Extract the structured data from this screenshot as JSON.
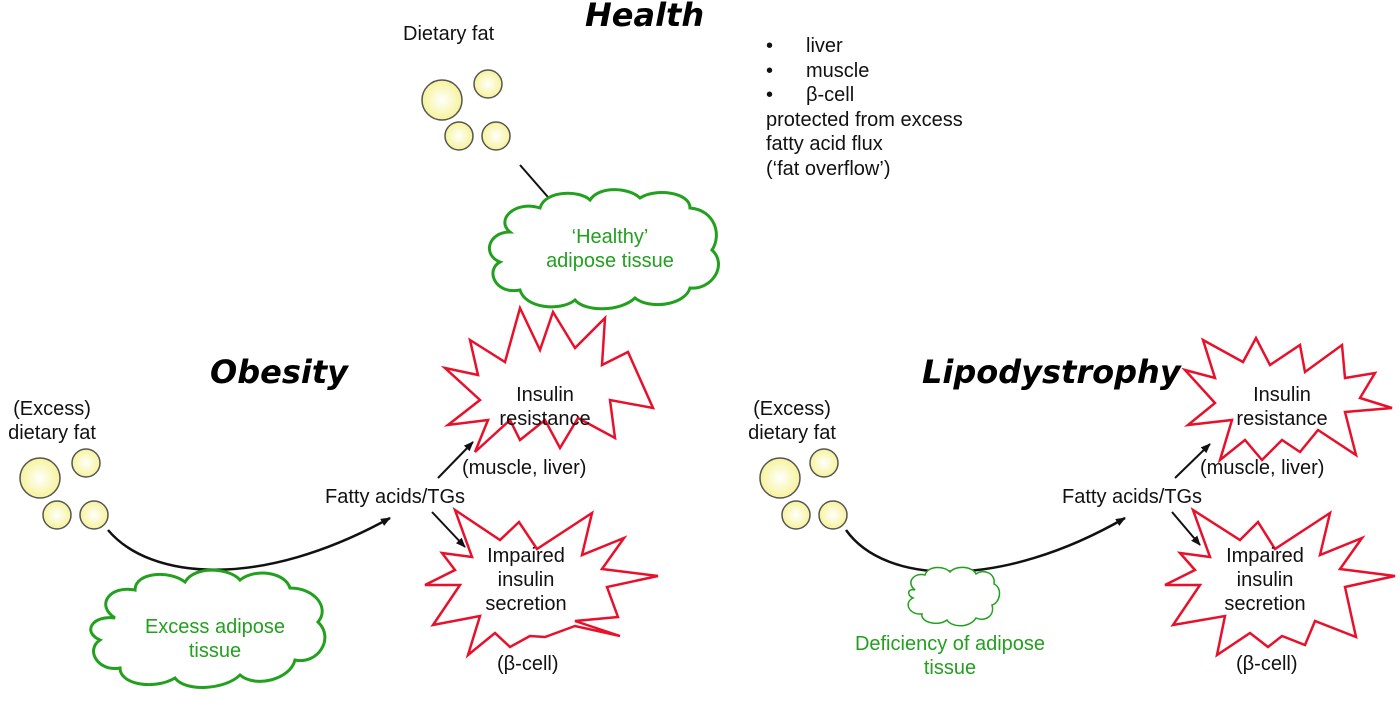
{
  "colors": {
    "green": "#22a01e",
    "red": "#e8102a",
    "fat_fill": "#fafaa8",
    "arrow": "#111111"
  },
  "health": {
    "title": "Health",
    "fat_label": "Dietary fat",
    "adipose_label_line1": "‘Healthy’",
    "adipose_label_line2": "adipose tissue",
    "protected_bullets": [
      "liver",
      "muscle",
      "β-cell"
    ],
    "protected_text_line1": "protected from excess",
    "protected_text_line2": "fatty acid flux",
    "protected_text_line3": "(‘fat overflow’)"
  },
  "obesity": {
    "title": "Obesity",
    "fat_label_line1": "(Excess)",
    "fat_label_line2": "dietary fat",
    "flux_label": "Fatty acids/TGs",
    "adipose_label_line1": "Excess adipose",
    "adipose_label_line2": "tissue",
    "outcome1_line1": "Insulin",
    "outcome1_line2": "resistance",
    "outcome1_site": "(muscle, liver)",
    "outcome2_line1": "Impaired",
    "outcome2_line2": "insulin",
    "outcome2_line3": "secretion",
    "outcome2_site": "(β-cell)"
  },
  "lipodystrophy": {
    "title": "Lipodystrophy",
    "fat_label_line1": "(Excess)",
    "fat_label_line2": "dietary fat",
    "flux_label": "Fatty acids/TGs",
    "adipose_label_line1": "Deficiency of adipose",
    "adipose_label_line2": "tissue",
    "outcome1_line1": "Insulin",
    "outcome1_line2": "resistance",
    "outcome1_site": "(muscle, liver)",
    "outcome2_line1": "Impaired",
    "outcome2_line2": "insulin",
    "outcome2_line3": "secretion",
    "outcome2_site": "(β-cell)"
  }
}
